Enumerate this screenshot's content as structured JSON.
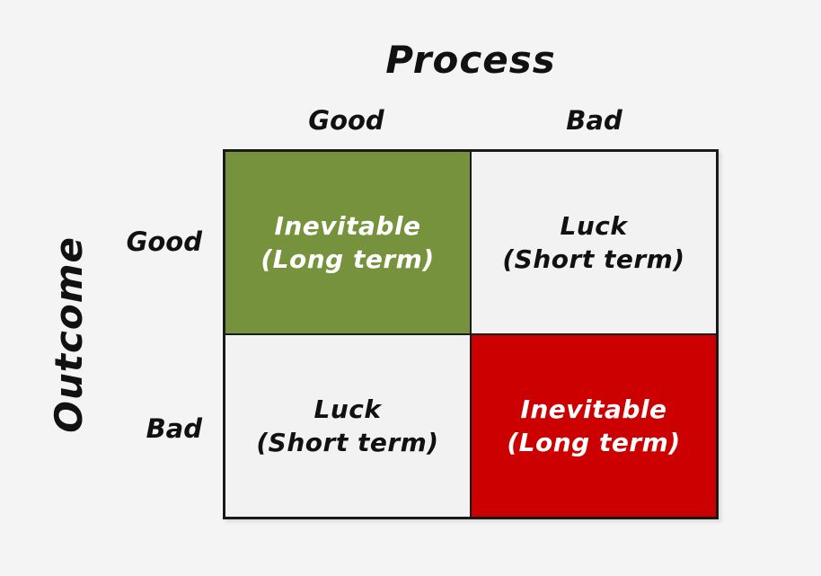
{
  "diagram": {
    "title": "Process",
    "columns": [
      "Good",
      "Bad"
    ],
    "row_axis_title": "Outcome",
    "rows": [
      "Good",
      "Bad"
    ],
    "cells": [
      {
        "row": "Good",
        "col": "Good",
        "line1": "Inevitable",
        "line2": "(Long term)",
        "bg": "#76923C",
        "fg": "#FFFFFF"
      },
      {
        "row": "Good",
        "col": "Bad",
        "line1": "Luck",
        "line2": "(Short term)",
        "bg": "#F2F2F2",
        "fg": "#111111"
      },
      {
        "row": "Bad",
        "col": "Good",
        "line1": "Luck",
        "line2": "(Short term)",
        "bg": "#F2F2F2",
        "fg": "#111111"
      },
      {
        "row": "Bad",
        "col": "Bad",
        "line1": "Inevitable",
        "line2": "(Long term)",
        "bg": "#CC0000",
        "fg": "#FFFFFF"
      }
    ],
    "colors": {
      "background": "#F4F4F4",
      "border": "#1A1A1A",
      "good_process_good_outcome": "#76923C",
      "bad_process_bad_outcome": "#CC0000",
      "luck_cell": "#F2F2F2"
    }
  }
}
